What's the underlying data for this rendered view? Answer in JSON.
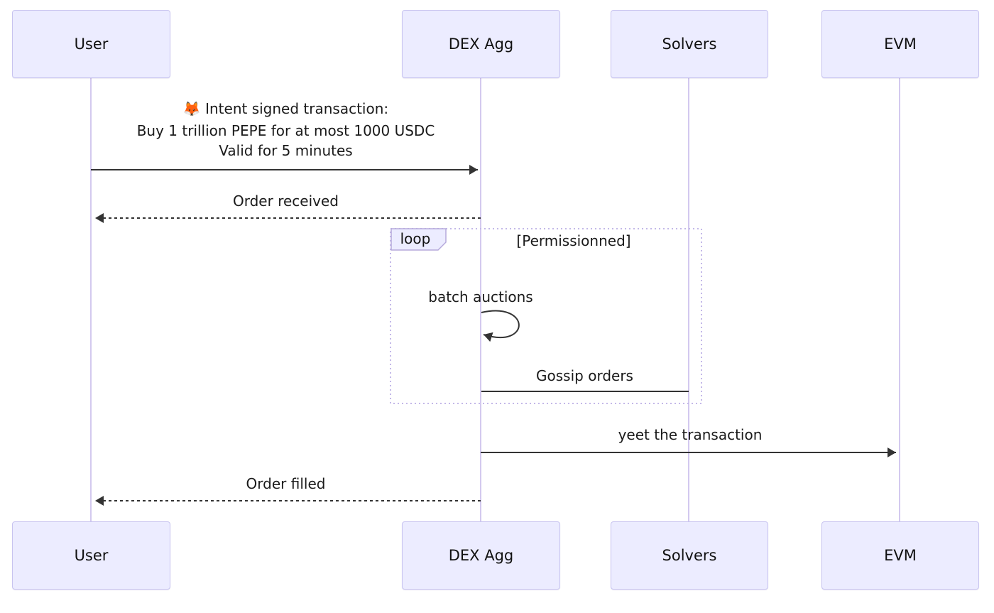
{
  "diagram": {
    "type": "sequence-diagram",
    "actors": [
      {
        "id": "user",
        "name": "User"
      },
      {
        "id": "dex-agg",
        "name": "DEX Agg"
      },
      {
        "id": "solvers",
        "name": "Solvers"
      },
      {
        "id": "evm",
        "name": "EVM"
      }
    ],
    "messages": {
      "intent": {
        "from": "User",
        "to": "DEX Agg",
        "arrow": "solid-arrow",
        "icon": "🦊",
        "title": "Intent signed transaction:",
        "detail1": "Buy 1 trillion PEPE for at most 1000 USDC",
        "detail2": "Valid for 5 minutes"
      },
      "order_received": {
        "from": "DEX Agg",
        "to": "User",
        "arrow": "dashed-arrow",
        "text": "Order received"
      },
      "batch_auctions": {
        "from": "DEX Agg",
        "to": "DEX Agg",
        "arrow": "self-loop",
        "text": "batch auctions"
      },
      "gossip_orders": {
        "from": "Solvers",
        "to": "DEX Agg",
        "arrow": "solid-line",
        "text": "Gossip orders"
      },
      "yeet": {
        "from": "DEX Agg",
        "to": "EVM",
        "arrow": "solid-arrow",
        "text": "yeet the transaction"
      },
      "order_filled": {
        "from": "DEX Agg",
        "to": "User",
        "arrow": "dashed-arrow",
        "text": "Order filled"
      }
    },
    "loop": {
      "label": "loop",
      "condition": "[Permissionned]"
    },
    "colors": {
      "background": "#ffffff",
      "actor_fill": "#ECECFF",
      "actor_border": "#c8c4f0",
      "lifeline": "#d3c9ef",
      "loop_border": "#c3b8e8",
      "arrow": "#333333",
      "text": "#1a1a1a"
    }
  }
}
